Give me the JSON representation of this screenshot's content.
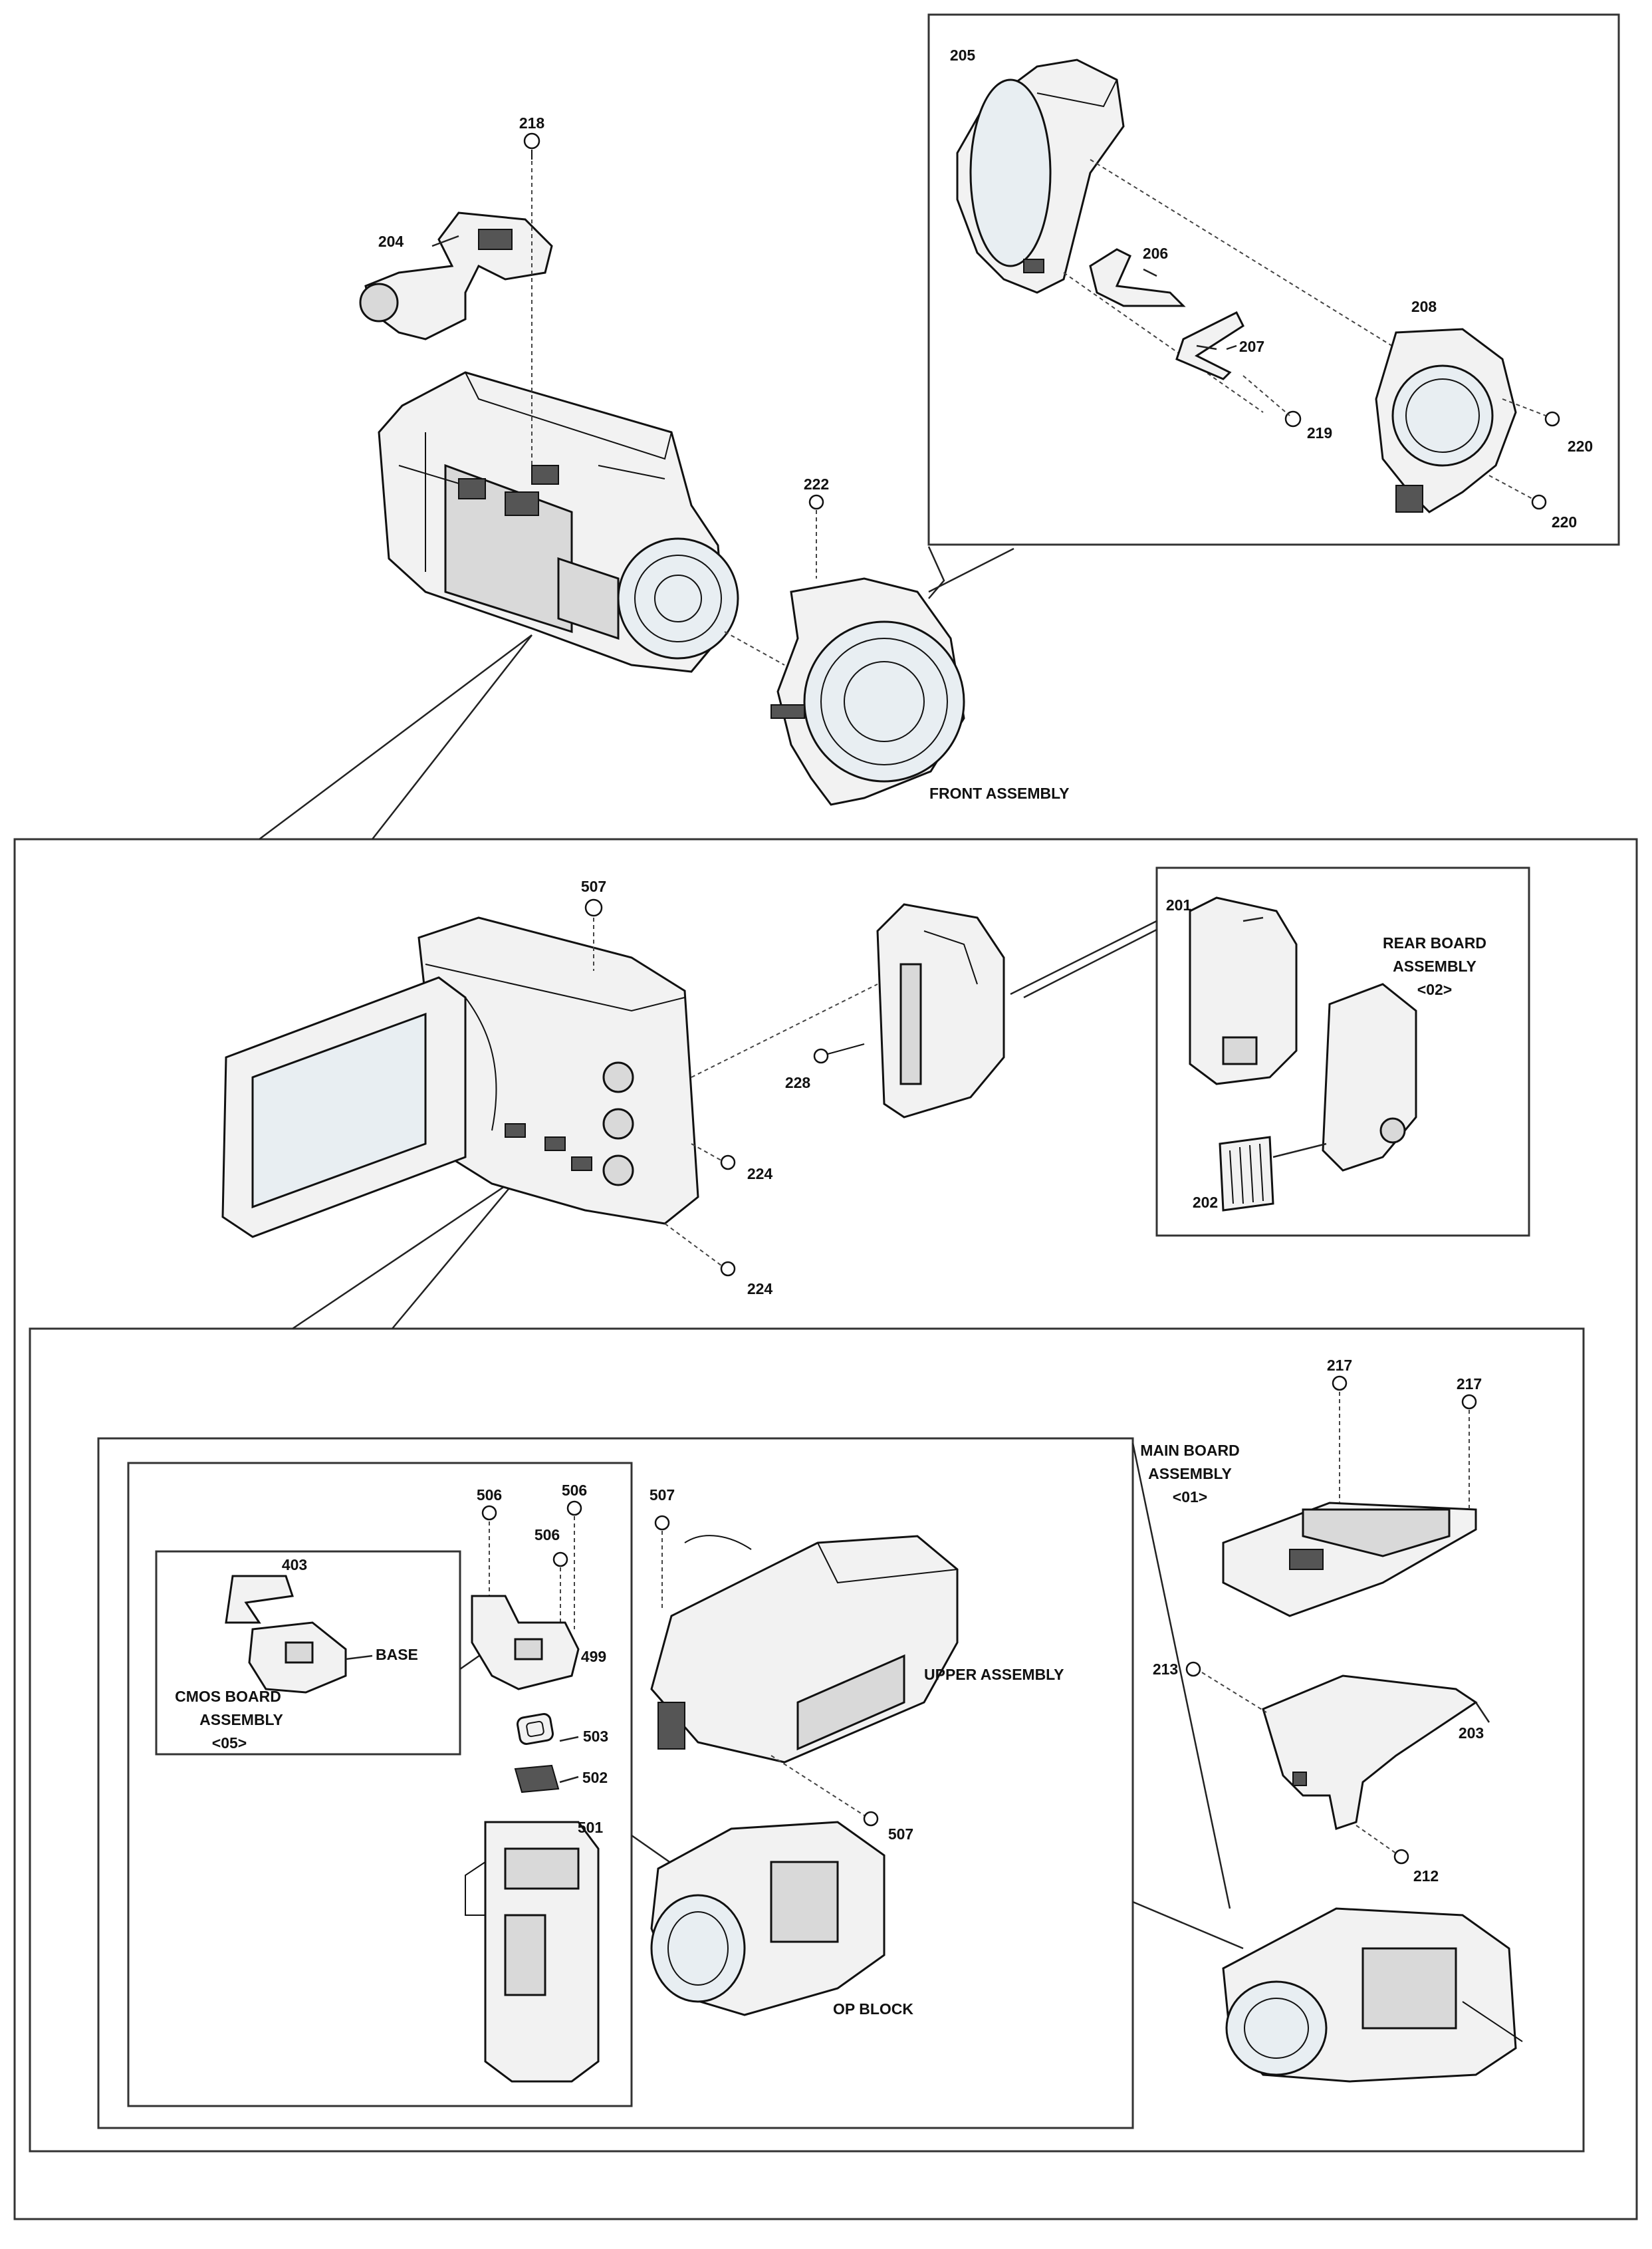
{
  "labels": {
    "p218": "218",
    "p204": "204",
    "p205": "205",
    "p206": "206",
    "p207": "207",
    "p208": "208",
    "p219": "219",
    "p220a": "220",
    "p220b": "220",
    "p222": "222",
    "front_assembly": "FRONT ASSEMBLY",
    "p507a": "507",
    "p201": "201",
    "rear_board_1": "REAR BOARD",
    "rear_board_2": "ASSEMBLY",
    "rear_board_3": "<02>",
    "p228": "228",
    "p224a": "224",
    "p224b": "224",
    "p202": "202",
    "p217a": "217",
    "p217b": "217",
    "main_board_1": "MAIN BOARD",
    "main_board_2": "ASSEMBLY",
    "main_board_3": "<01>",
    "p506a": "506",
    "p506b": "506",
    "p506c": "506",
    "p507b": "507",
    "p403": "403",
    "base": "BASE",
    "cmos_board_1": "CMOS BOARD",
    "cmos_board_2": "ASSEMBLY",
    "cmos_board_3": "<05>",
    "p499": "499",
    "p503": "503",
    "p502": "502",
    "p501": "501",
    "upper_assembly": "UPPER ASSEMBLY",
    "p507c": "507",
    "p213": "213",
    "p203": "203",
    "p212": "212",
    "op_block": "OP BLOCK"
  }
}
